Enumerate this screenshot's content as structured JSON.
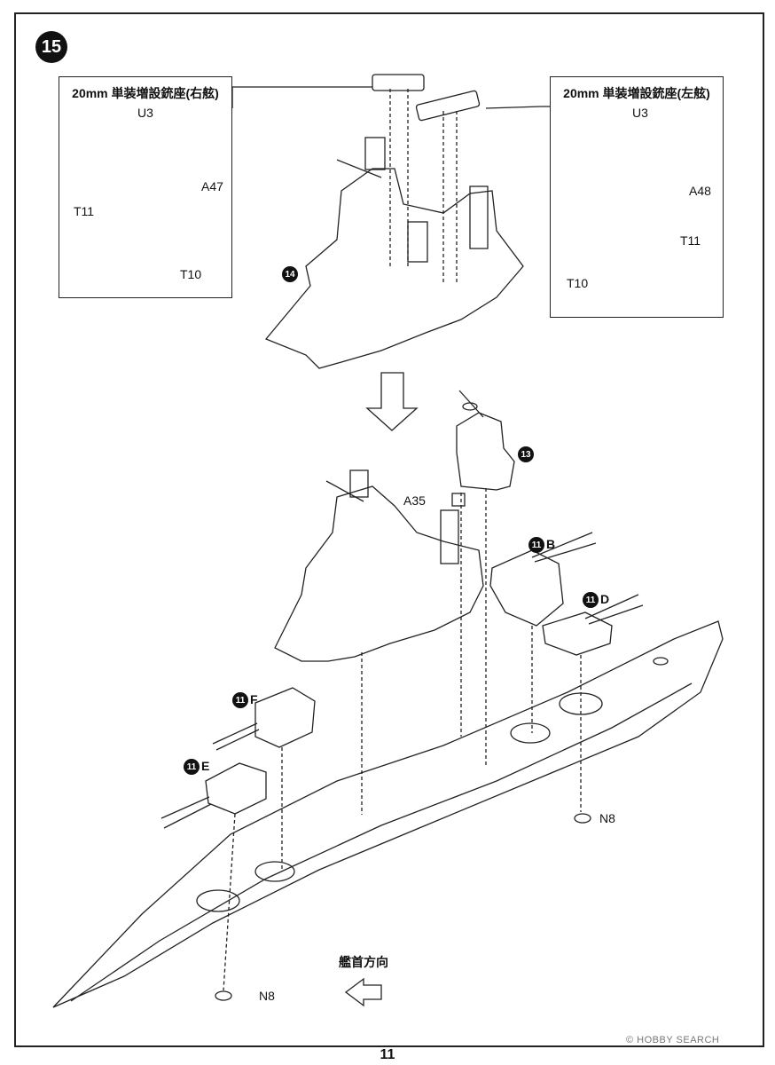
{
  "step": {
    "number": "15"
  },
  "insets": {
    "starboard": {
      "title": "20mm 単装増設銃座(右舷)",
      "parts": {
        "u3": "U3",
        "a47": "A47",
        "t11": "T11",
        "t10": "T10"
      }
    },
    "port": {
      "title": "20mm 単装増設銃座(左舷)",
      "parts": {
        "u3": "U3",
        "a48": "A48",
        "t11": "T11",
        "t10": "T10"
      }
    }
  },
  "main": {
    "ref_badges": {
      "fourteen": "14",
      "thirteen": "13",
      "eleven_b": "11",
      "eleven_d": "11",
      "eleven_f": "11",
      "eleven_e": "11"
    },
    "turret_letters": {
      "b": "B",
      "d": "D",
      "f": "F",
      "e": "E"
    },
    "parts": {
      "a35": "A35",
      "n8_bow": "N8",
      "n8_stern": "N8"
    },
    "direction_label": "艦首方向"
  },
  "page_number": "11",
  "watermark": "© HOBBY SEARCH"
}
